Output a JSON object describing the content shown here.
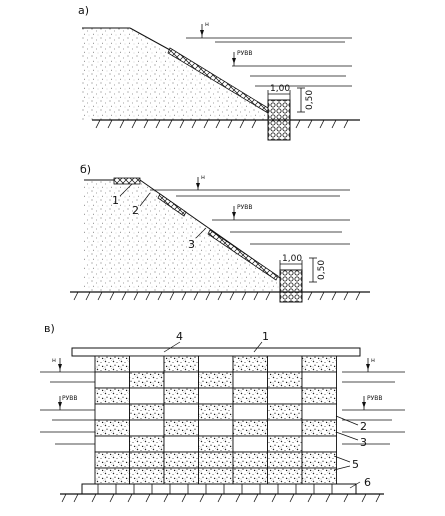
{
  "panels": {
    "a": {
      "label": "а)",
      "water_level_mark": "н",
      "design_level_mark": "РУВВ",
      "dim_width": "1,00",
      "dim_height": "0,50"
    },
    "b": {
      "label": "б)",
      "water_level_mark": "н",
      "design_level_mark": "РУВВ",
      "dim_width": "1,00",
      "dim_height": "0,50",
      "callouts": [
        "1",
        "2",
        "3"
      ]
    },
    "v": {
      "label": "в)",
      "water_level_mark_left": "н",
      "water_level_mark_right": "н",
      "design_level_mark_left": "РУВВ",
      "design_level_mark_right": "РУВВ",
      "callouts": {
        "c1": "1",
        "c2": "2",
        "c3": "3",
        "c4": "4",
        "c5": "5",
        "c6": "6"
      }
    }
  },
  "colors": {
    "ink": "#111111",
    "paper": "#ffffff"
  }
}
